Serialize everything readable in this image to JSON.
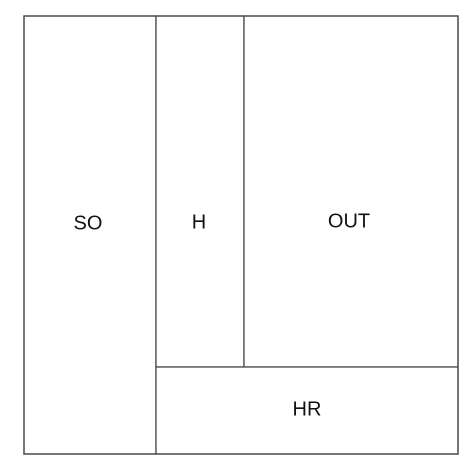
{
  "diagram": {
    "regions": [
      {
        "id": "so",
        "label": "SO"
      },
      {
        "id": "h",
        "label": "H"
      },
      {
        "id": "out",
        "label": "OUT"
      },
      {
        "id": "hr",
        "label": "HR"
      }
    ],
    "colors": {
      "stroke": "#4a4a4a",
      "fill": "#ffffff",
      "text": "#111111"
    }
  }
}
